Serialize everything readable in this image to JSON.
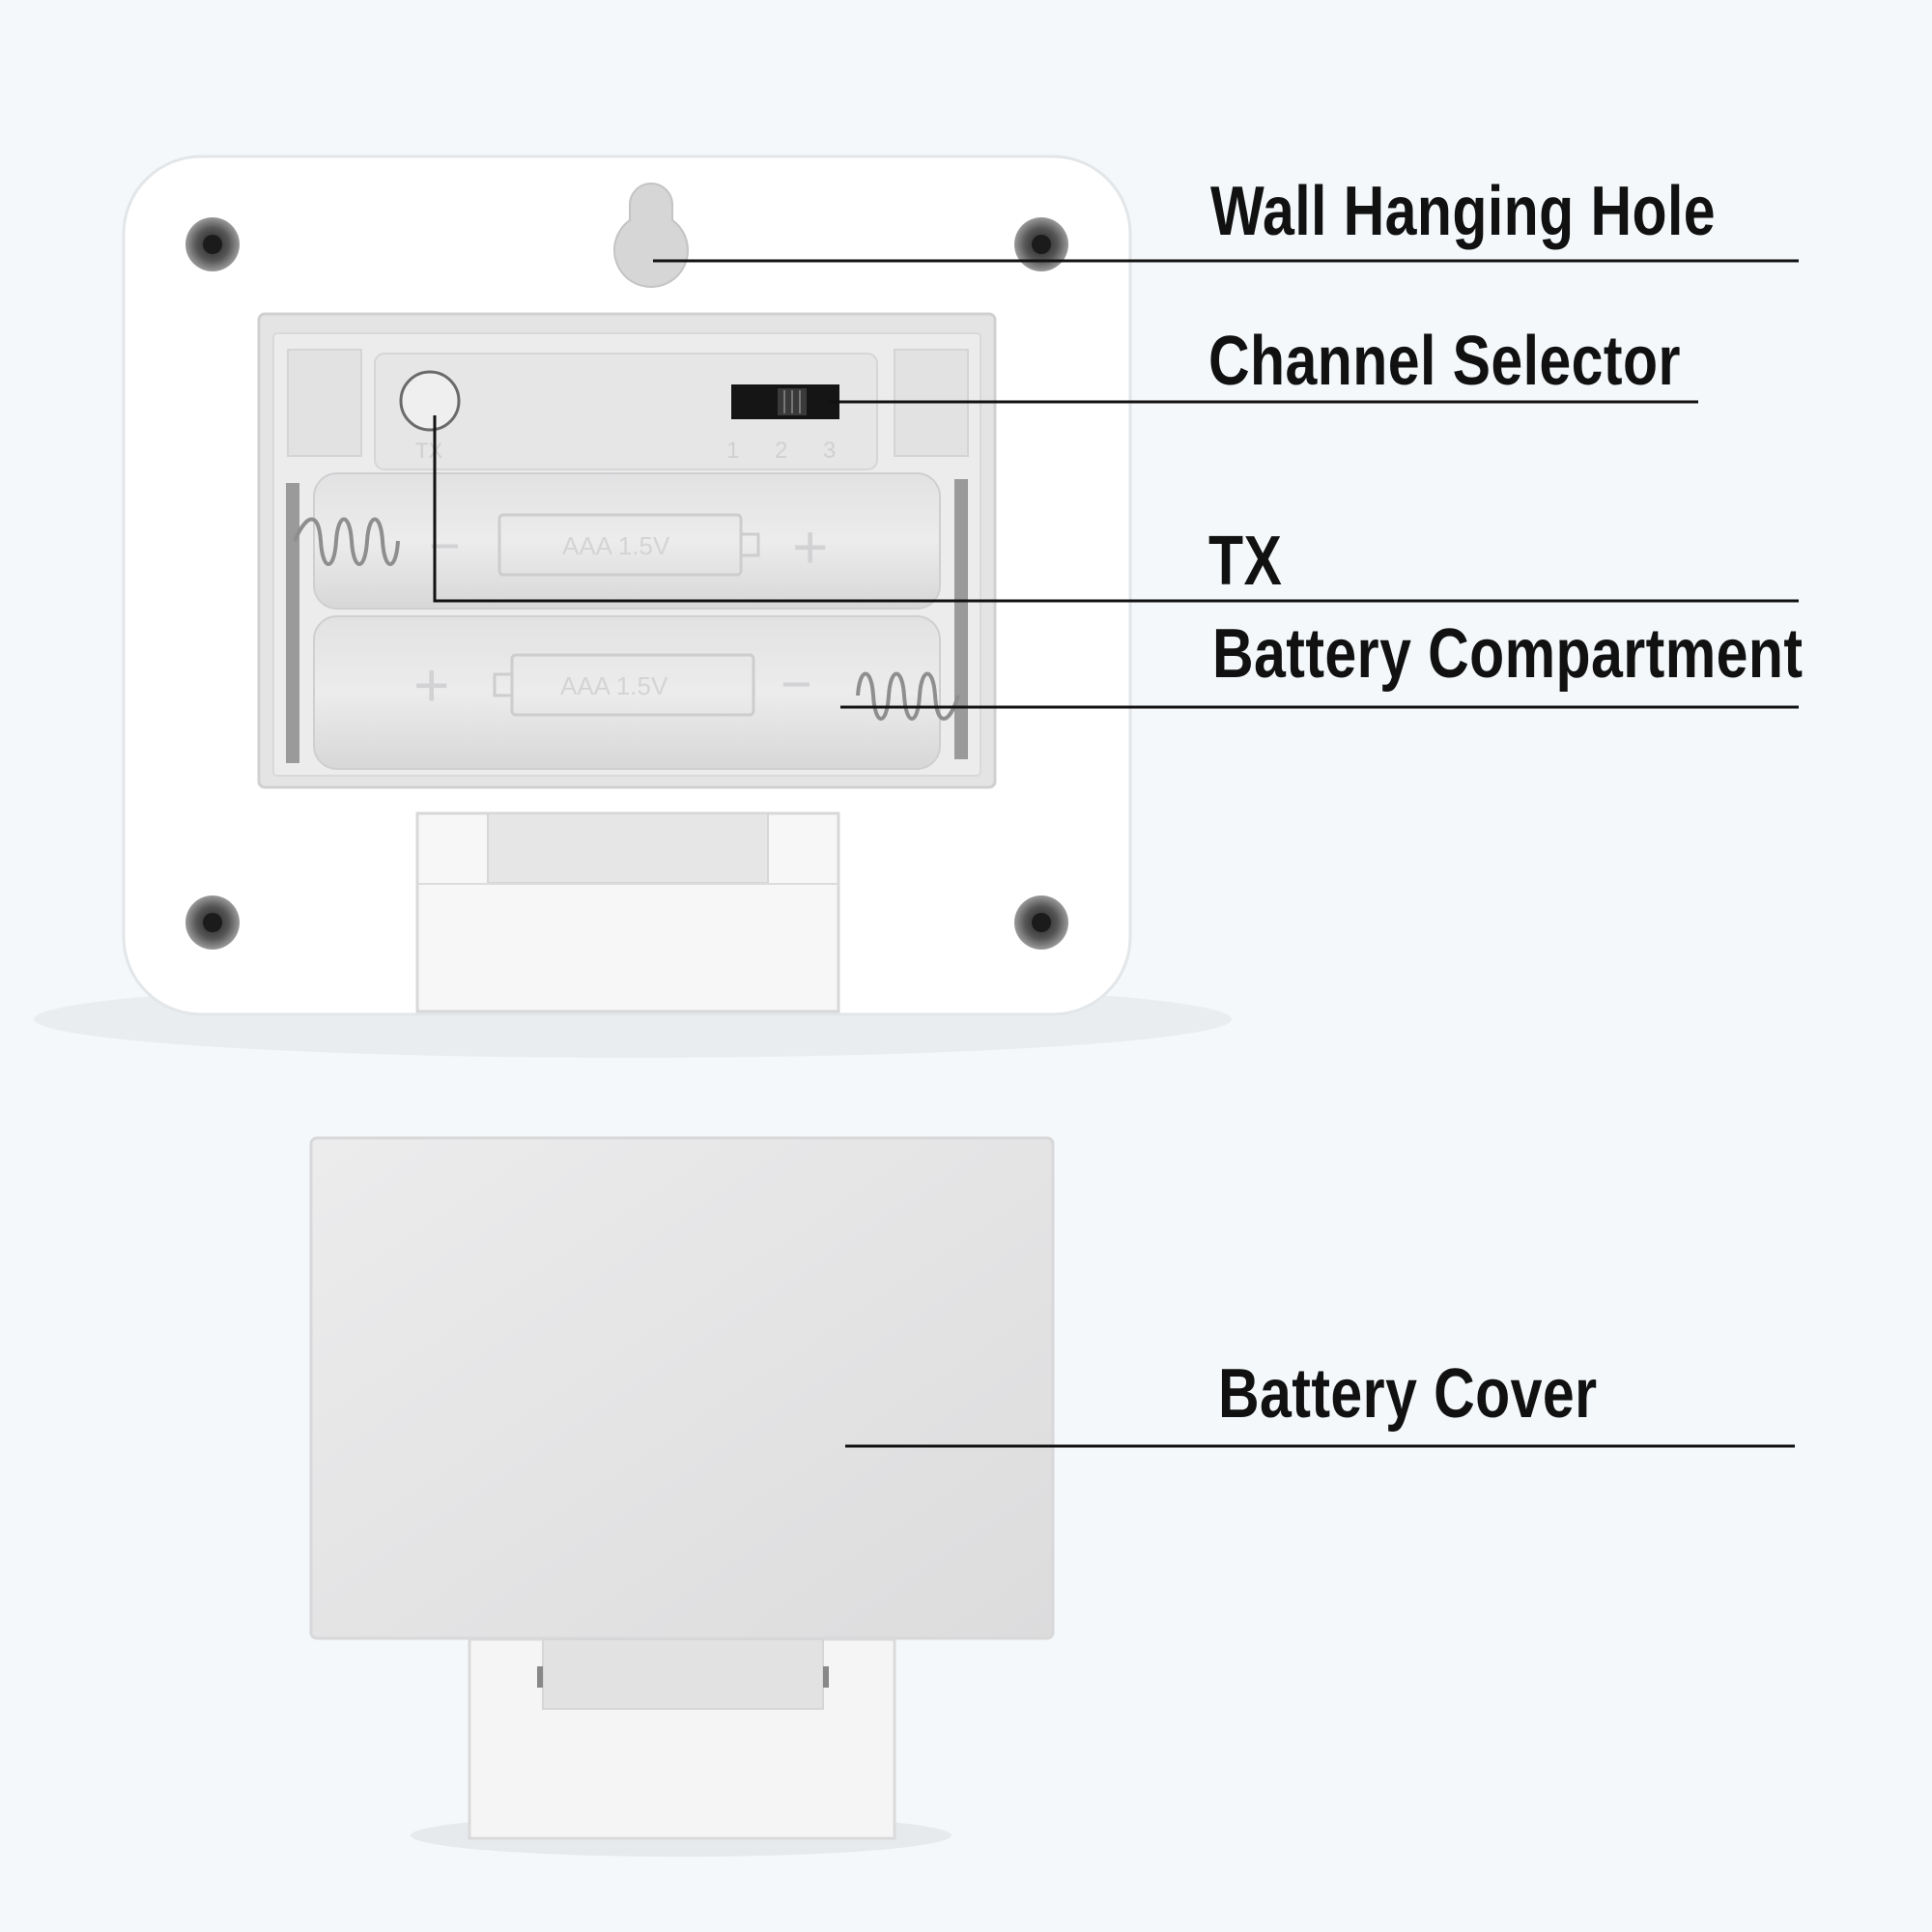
{
  "labels": {
    "wall_hanging_hole": "Wall Hanging Hole",
    "channel_selector": "Channel Selector",
    "tx": "TX",
    "battery_compartment": "Battery Compartment",
    "battery_cover": "Battery Cover"
  },
  "device": {
    "tx_mark": "TX",
    "channel_numbers": [
      "1",
      "2",
      "3"
    ],
    "battery_text": "AAA 1.5V",
    "plus": "+",
    "minus": "−"
  },
  "colors": {
    "background": "#f4f8fa",
    "device_body": "#ffffff",
    "compartment": "#e9e9ea",
    "leader_line": "#111111"
  }
}
